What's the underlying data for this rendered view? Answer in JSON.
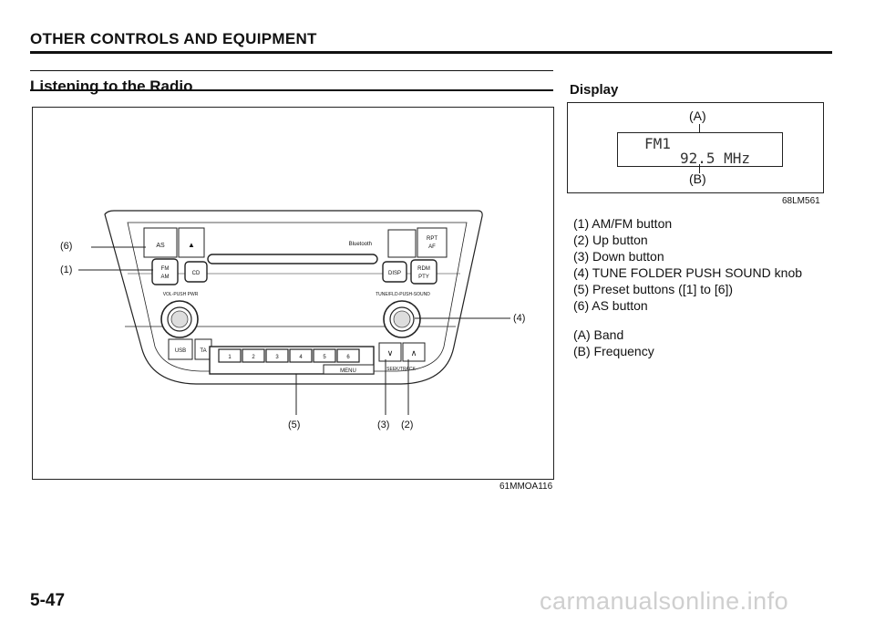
{
  "header": {
    "title": "OTHER CONTROLS AND EQUIPMENT"
  },
  "section": {
    "title": "Listening to the Radio"
  },
  "figure": {
    "code": "61MMOA116",
    "callouts": {
      "c6": "(6)",
      "c1": "(1)",
      "c4": "(4)",
      "c5": "(5)",
      "c3": "(3)",
      "c2": "(2)"
    },
    "panel": {
      "as": "AS",
      "eject": "▲",
      "bluetooth": "Bluetooth",
      "rpt": "RPT",
      "af": "AF",
      "fm": "FM",
      "am": "AM",
      "cd": "CD",
      "disp": "DISP",
      "rdm": "RDM",
      "pty": "PTY",
      "vol_label": "VOL-PUSH PWR",
      "tune_label": "TUNE/FLD-PUSH-SOUND",
      "usb": "USB",
      "ta": "TA",
      "presets": [
        "1",
        "2",
        "3",
        "4",
        "5",
        "6"
      ],
      "menu": "MENU",
      "seek": "SEEK/TRACK",
      "down": "∨",
      "up": "∧"
    }
  },
  "display": {
    "title": "Display",
    "label_a": "(A)",
    "label_b": "(B)",
    "band": "FM1",
    "frequency": "92.5 MHz",
    "code": "68LM561"
  },
  "legend": {
    "items": [
      "(1) AM/FM button",
      "(2) Up button",
      "(3) Down button",
      "(4) TUNE FOLDER PUSH SOUND knob",
      "(5) Preset buttons ([1] to [6])",
      "(6) AS button"
    ],
    "items2": [
      "(A) Band",
      "(B) Frequency"
    ]
  },
  "page": {
    "number": "5-47"
  },
  "watermark": "carmanualsonline.info"
}
